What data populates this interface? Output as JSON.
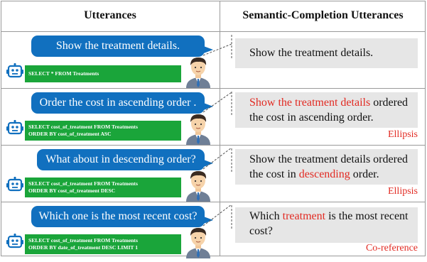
{
  "headers": {
    "left": "Utterances",
    "right": "Semantic-Completion Utterances"
  },
  "rows": [
    {
      "utterance": "Show the treatment details.",
      "sql": [
        "SELECT * FROM Treatments"
      ],
      "completion": [
        {
          "t": "Show the treatment details."
        }
      ],
      "tag": ""
    },
    {
      "utterance": "Order the cost in ascending order .",
      "sql": [
        "SELECT cost_of_treatment  FROM Treatments",
        "ORDER BY cost_of_treatment   ASC"
      ],
      "completion": [
        {
          "t": "Show the treatment details",
          "red": true
        },
        {
          "t": " ordered the cost in ascending order."
        }
      ],
      "tag": "Ellipsis"
    },
    {
      "utterance": "What about in descending order?",
      "sql": [
        "SELECT cost_of_treatment  FROM Treatments",
        "ORDER BY cost_of_treatment   DESC"
      ],
      "completion": [
        {
          "t": "Show the treatment details ordered the cost in "
        },
        {
          "t": "descending",
          "red": true
        },
        {
          "t": " order."
        }
      ],
      "tag": "Ellipsis"
    },
    {
      "utterance": "Which one is the most recent cost?",
      "sql": [
        "SELECT cost_of_treatment  FROM Treatments",
        "ORDER BY date_of_treatment  DESC LIMIT 1"
      ],
      "completion": [
        {
          "t": "Which "
        },
        {
          "t": "treatment",
          "red": true
        },
        {
          "t": " is the most recent cost?"
        }
      ],
      "tag": "Co-reference"
    }
  ],
  "colors": {
    "bubble": "#1170bf",
    "sql": "#1aa53a",
    "highlight": "#e22a22",
    "completion_box": "#e6e6e6"
  },
  "icons": {
    "bot": "robot-icon",
    "user": "person-avatar-icon"
  }
}
